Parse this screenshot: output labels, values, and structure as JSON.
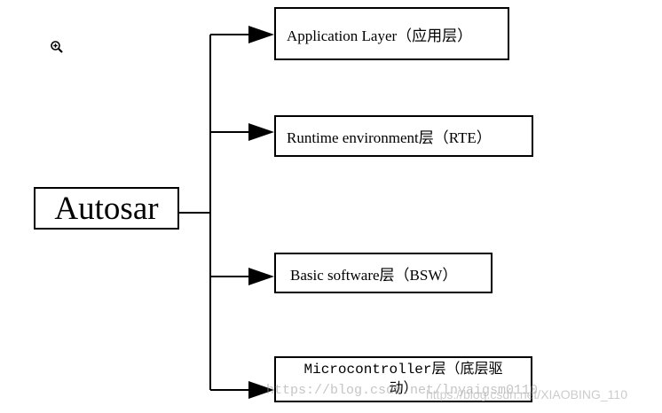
{
  "icons": {
    "zoom": "zoom-in-icon"
  },
  "diagram": {
    "root": {
      "label": "Autosar"
    },
    "layers": [
      {
        "label": "Application Layer（应用层）"
      },
      {
        "label": "Runtime environment层（RTE）"
      },
      {
        "label": "Basic software层（BSW）"
      },
      {
        "label_line1": "Microcontroller层（底层驱",
        "label_line2": "动）"
      }
    ]
  },
  "watermark": {
    "url": "https://blog.csdn.net/lnyaigsm0110",
    "author": "https://blog.csdn.net/XIAOBING_110"
  },
  "colors": {
    "line": "#000000",
    "background": "#ffffff"
  }
}
